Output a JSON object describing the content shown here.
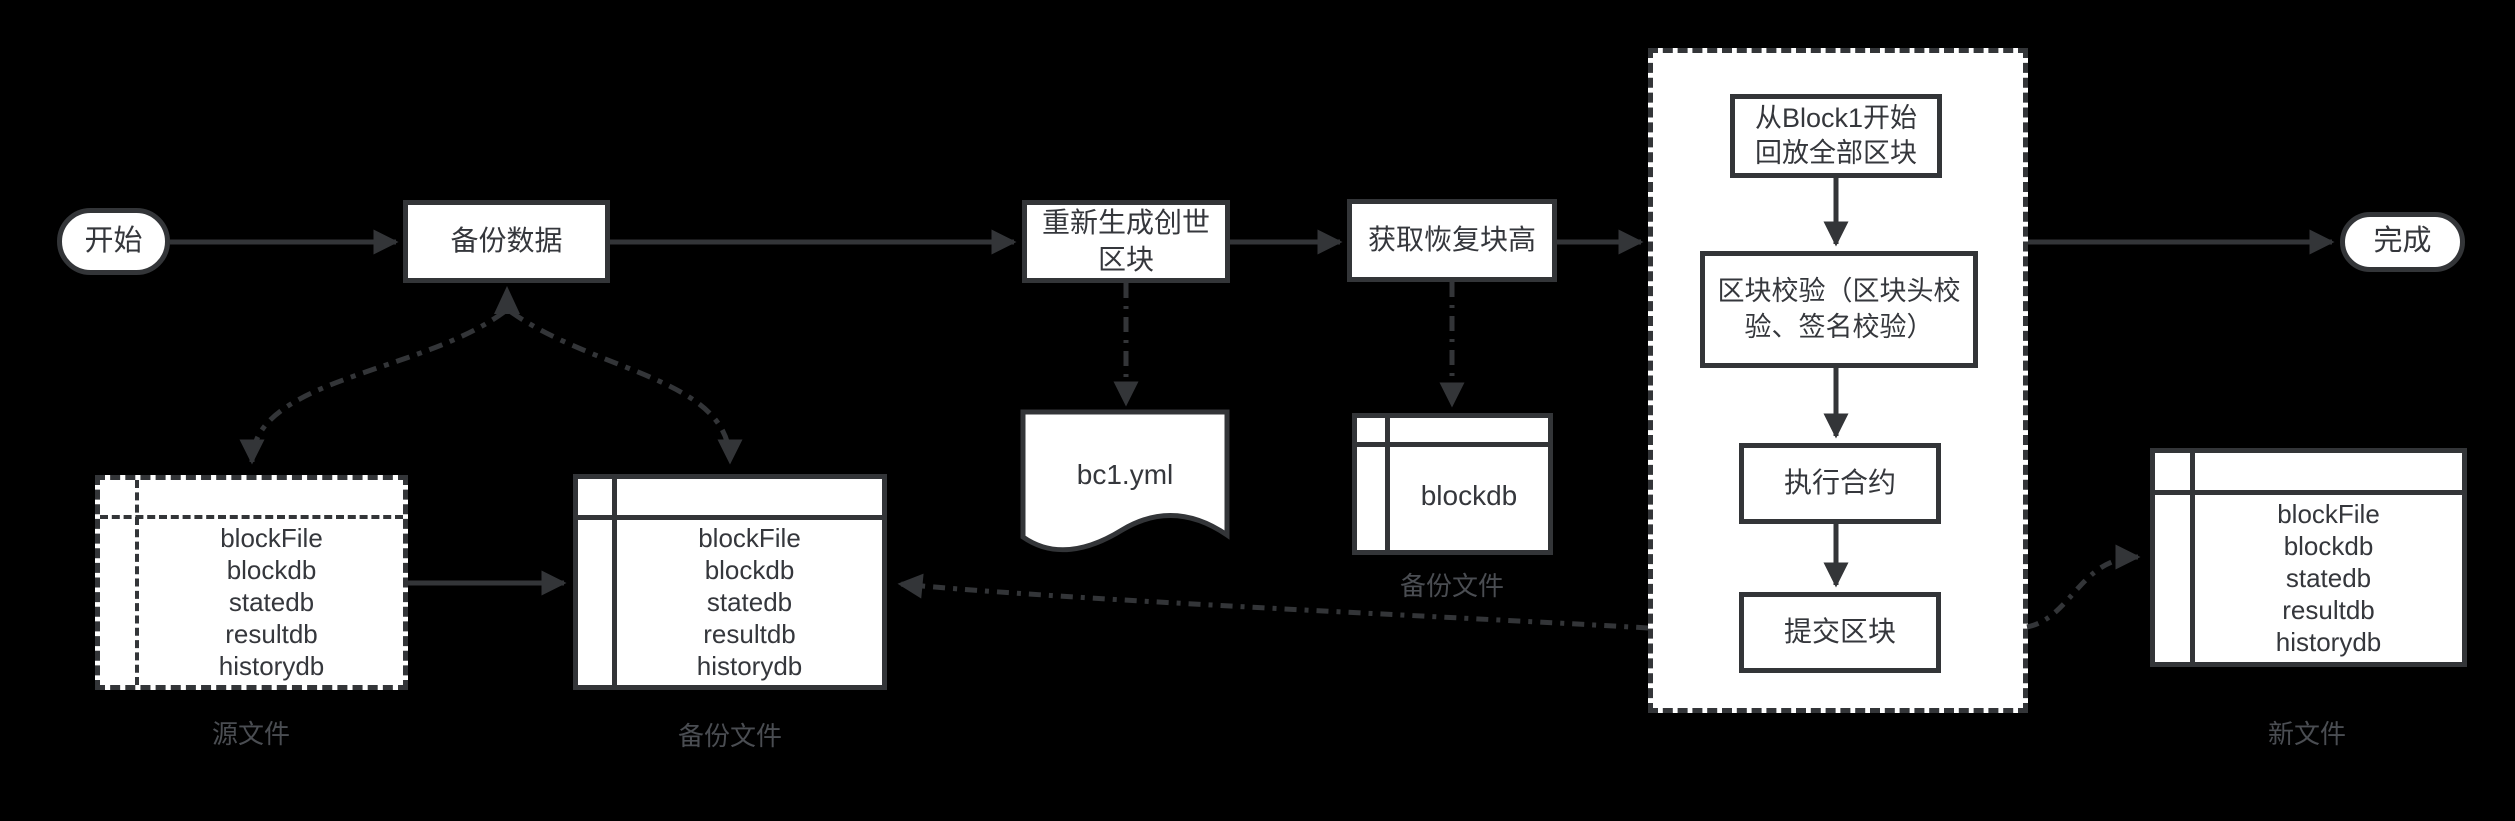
{
  "colors": {
    "background": "#000000",
    "stroke": "#333538",
    "box_fill": "#ffffff",
    "text": "#35373c",
    "caption": "#4a4d52"
  },
  "flow": {
    "start": "开始",
    "backup_data": "备份数据",
    "regenerate_genesis": "重新生成创世\n区块",
    "get_recovery_height": "获取恢复块高",
    "finish": "完成"
  },
  "replay_group": {
    "replay_blocks": "从Block1开始\n回放全部区块",
    "block_verify": "区块校验（区块头校\n验、签名校验）",
    "execute_contract": "执行合约",
    "commit_block": "提交区块"
  },
  "files": {
    "source": {
      "items": [
        "blockFile",
        "blockdb",
        "statedb",
        "resultdb",
        "historydb"
      ],
      "caption": "源文件"
    },
    "backup": {
      "items": [
        "blockFile",
        "blockdb",
        "statedb",
        "resultdb",
        "historydb"
      ],
      "caption": "备份文件"
    },
    "new": {
      "items": [
        "blockFile",
        "blockdb",
        "statedb",
        "resultdb",
        "historydb"
      ],
      "caption": "新文件"
    },
    "genesis_doc": {
      "label": "bc1.yml"
    },
    "blockdb_backup": {
      "label": "blockdb",
      "caption": "备份文件"
    }
  }
}
